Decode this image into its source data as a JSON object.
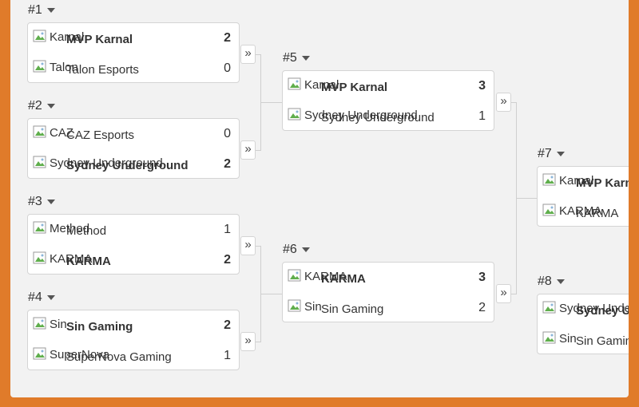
{
  "matches": [
    {
      "label": "#1",
      "t1": {
        "alt": "Karnal",
        "name": "MVP Karnal",
        "score": "2"
      },
      "t2": {
        "alt": "Talon",
        "name": "Talon Esports",
        "score": "0"
      }
    },
    {
      "label": "#2",
      "t1": {
        "alt": "CAZ",
        "name": "CAZ Esports",
        "score": "0"
      },
      "t2": {
        "alt": "Sydney Underground",
        "name": "Sydney Underground",
        "score": "2"
      }
    },
    {
      "label": "#3",
      "t1": {
        "alt": "Method",
        "name": "Method",
        "score": "1"
      },
      "t2": {
        "alt": "KARMA",
        "name": "KARMA",
        "score": "2"
      }
    },
    {
      "label": "#4",
      "t1": {
        "alt": "Sin",
        "name": "Sin Gaming",
        "score": "2"
      },
      "t2": {
        "alt": "SuperNova",
        "name": "SuperNova Gaming",
        "score": "1"
      }
    },
    {
      "label": "#5",
      "t1": {
        "alt": "Karnal",
        "name": "MVP Karnal",
        "score": "3"
      },
      "t2": {
        "alt": "Sydney Underground",
        "name": "Sydney Underground",
        "score": "1"
      }
    },
    {
      "label": "#6",
      "t1": {
        "alt": "KARMA",
        "name": "KARMA",
        "score": "3"
      },
      "t2": {
        "alt": "Sin",
        "name": "Sin Gaming",
        "score": "2"
      }
    },
    {
      "label": "#7",
      "t1": {
        "alt": "Karnal",
        "name": "MVP Karnal",
        "score": ""
      },
      "t2": {
        "alt": "KARMA",
        "name": "KARMA",
        "score": ""
      }
    },
    {
      "label": "#8",
      "t1": {
        "alt": "Sydney Underground",
        "name": "Sydney Underground",
        "score": ""
      },
      "t2": {
        "alt": "Sin",
        "name": "Sin Gaming",
        "score": ""
      }
    }
  ],
  "advance_glyph": "»"
}
